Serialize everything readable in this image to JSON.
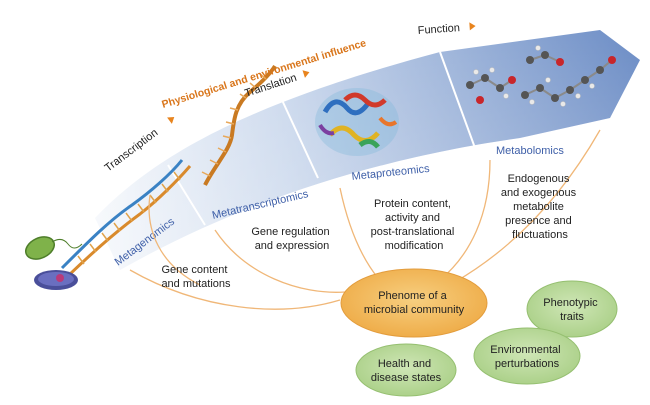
{
  "arrow_labels": {
    "transcription": "Transcription",
    "translation": "Translation",
    "function": "Function",
    "influence": "Physiological and environmental influence"
  },
  "omics": {
    "metagenomics": "Metagenomics",
    "metatranscriptomics": "Metatranscriptomics",
    "metaproteomics": "Metaproteomics",
    "metabolomics": "Metabolomics"
  },
  "descriptions": {
    "metagenomics": [
      "Gene content",
      "and mutations"
    ],
    "metatranscriptomics": [
      "Gene regulation",
      "and expression"
    ],
    "metaproteomics": [
      "Protein content,",
      "activity and",
      "post-translational",
      "modification"
    ],
    "metabolomics": [
      "Endogenous",
      "and exogenous",
      "metabolite",
      "presence and",
      "fluctuations"
    ]
  },
  "phenome": [
    "Phenome of a",
    "microbial community"
  ],
  "outcomes": {
    "phenotypic": [
      "Phenotypic",
      "traits"
    ],
    "environmental": [
      "Environmental",
      "perturbations"
    ],
    "health": [
      "Health and",
      "disease states"
    ]
  },
  "colors": {
    "accent_orange": "#e8841e",
    "influence_text": "#d9751a",
    "omics_blue": "#3e5fa8",
    "phenome_fill": "#f2b95c",
    "outcome_fill": "#b9d99a",
    "band_dark": "#6b8cc5",
    "band_light": "#eef3fa"
  }
}
